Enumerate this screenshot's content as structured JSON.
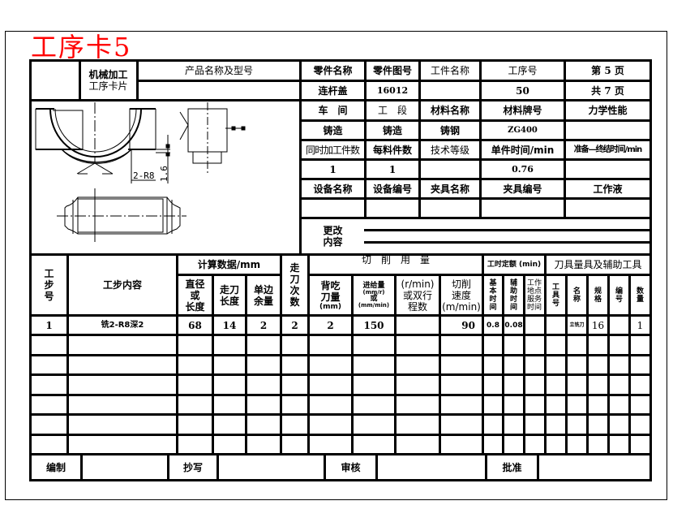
{
  "title": "工序卡5",
  "header": {
    "card_type_line1": "机械加工",
    "card_type_line2": "工序卡片",
    "product_name_label": "产品名称及型号",
    "product_name_value": "",
    "part_name_label": "零件名称",
    "part_name_value": "连杆盖",
    "part_drawing_label": "零件图号",
    "part_drawing_value": "16012",
    "workpiece_name_label": "工件名称",
    "workpiece_name_value": "",
    "process_no_label": "工序号",
    "process_no_value": "50",
    "page_label": "第 5 页",
    "total_label": "共 7 页"
  },
  "info": {
    "workshop_label": "车　间",
    "workshop_value": "铸造",
    "section_label": "工　段",
    "section_value": "铸造",
    "material_name_label": "材料名称",
    "material_name_value": "铸钢",
    "material_grade_label": "材料牌号",
    "material_grade_value": "ZG400",
    "mech_props_label": "力学性能",
    "mech_props_value": "",
    "simul_parts_label": "同时加工件数",
    "simul_parts_value": "1",
    "parts_per_blank_label": "每料件数",
    "parts_per_blank_value": "1",
    "tech_grade_label": "技术等级",
    "tech_grade_value": "",
    "unit_time_label": "单件时间/min",
    "unit_time_value": "0.76",
    "prep_time_label": "准备—终结时间/min",
    "prep_time_value": "",
    "equip_name_label": "设备名称",
    "equip_name_value": "",
    "equip_no_label": "设备编号",
    "equip_no_value": "",
    "fixture_name_label": "夹具名称",
    "fixture_name_value": "",
    "fixture_no_label": "夹具编号",
    "fixture_no_value": "",
    "coolant_label": "工作液",
    "coolant_value": "",
    "change_label_1": "更改",
    "change_label_2": "内容"
  },
  "drawing": {
    "dim_radius": "2-R8",
    "dim_depth": "1.6"
  },
  "steps_header": {
    "step_no": [
      "工",
      "步",
      "号"
    ],
    "step_content": "工步内容",
    "calc_data": "计算数据/mm",
    "diameter": [
      "直径",
      "或",
      "长度"
    ],
    "feed_length": [
      "走刀",
      "长度"
    ],
    "allowance": [
      "单边",
      "余量"
    ],
    "passes": [
      "走",
      "刀",
      "次",
      "数"
    ],
    "cutting_usage": "切　削　用　量",
    "back_engagement": [
      "背吃",
      "刀量",
      "(mm)"
    ],
    "feed_rate": [
      "进给量",
      "(mm/r)",
      "或",
      "(mm/min)"
    ],
    "rpm": [
      "(r/min)",
      "或双行",
      "程数"
    ],
    "cutting_speed": [
      "切削",
      "速度",
      "(m/min)"
    ],
    "time_quota": "工时定额 (min)",
    "basic_time": [
      "基",
      "本",
      "时",
      "间"
    ],
    "aux_time": [
      "辅",
      "助",
      "时",
      "间"
    ],
    "service_time": [
      "工作",
      "地点",
      "服务",
      "时间"
    ],
    "tools": "刀具量具及辅助工具",
    "tool_no": [
      "工",
      "具",
      "号"
    ],
    "tool_name": [
      "名",
      "称"
    ],
    "tool_spec": [
      "规",
      "格"
    ],
    "tool_code": [
      "编",
      "号"
    ],
    "tool_qty": [
      "数",
      "量"
    ]
  },
  "steps": [
    {
      "no": "1",
      "content": "铣2-R8深2",
      "diameter": "68",
      "feed_length": "14",
      "allowance": "2",
      "passes": "2",
      "back_engagement": "2",
      "feed_rate": "150",
      "rpm": "",
      "cutting_speed": "90",
      "basic_time": "0.8",
      "aux_time": "0.08",
      "service_time": "",
      "tool_no": "",
      "tool_name": "立铣刀",
      "tool_spec": "16",
      "tool_code": "",
      "tool_qty": "1"
    }
  ],
  "footer": {
    "compiled_label": "编制",
    "compiled_value": "",
    "copied_label": "抄写",
    "copied_value": "",
    "reviewed_label": "审核",
    "reviewed_value": "",
    "approved_label": "批准",
    "approved_value": ""
  }
}
